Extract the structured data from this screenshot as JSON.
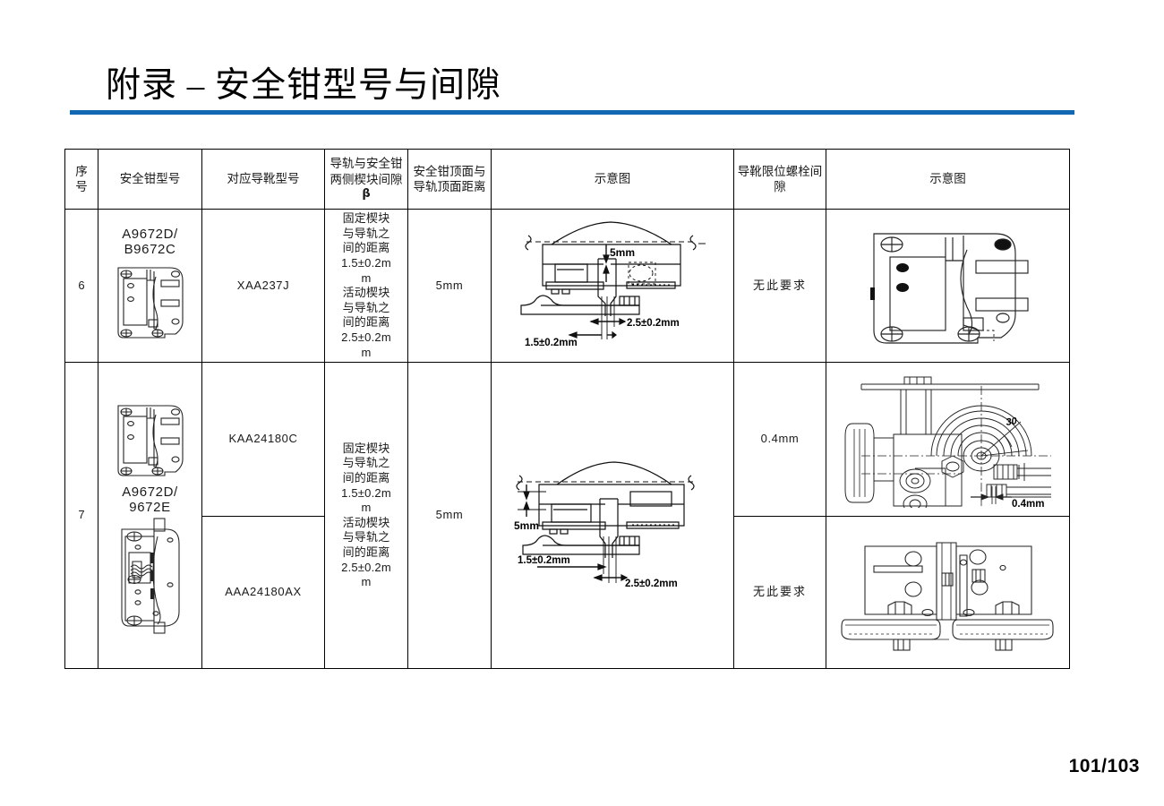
{
  "slide": {
    "title": "附录 – 安全钳型号与间隙",
    "page_number": "101/103",
    "accent_color": "#1268b3"
  },
  "table": {
    "headers": [
      "序号",
      "安全钳型号",
      "对应导靴型号",
      "导轨与安全钳两侧楔块间隙",
      "β",
      "安全钳顶面与导轨顶面距离",
      "示意图",
      "导靴限位螺栓间隙",
      "示意图"
    ],
    "header_cells": {
      "seq": "序\n号",
      "gear_model": "安全钳型号",
      "shoe_model": "对应导靴型号",
      "wedge_gap": "导轨与安全钳两侧楔块间隙",
      "wedge_gap_symbol": "β",
      "top_distance": "安全钳顶面与导轨顶面距离",
      "diagram_1": "示意图",
      "bolt_gap": "导靴限位螺栓间隙",
      "diagram_2": "示意图"
    },
    "rows": [
      {
        "seq": "6",
        "gear_model": "A9672D/\nB9672C",
        "gear_model_position": "above",
        "shoe_models": [
          "XAA237J"
        ],
        "wedge_gap": "固定楔块与导轨之间的距离1.5±0.2mm\n活动楔块与导轨之间的距离2.5±0.2mm",
        "top_distance": "5mm",
        "diagram_1_labels": {
          "vertical": "5mm",
          "left": "1.5±0.2mm",
          "right": "2.5±0.2mm"
        },
        "bolt_gap": [
          "无此要求"
        ],
        "diagram_2_labels": []
      },
      {
        "seq": "7",
        "gear_model": "A9672D/\n9672E",
        "gear_model_position": "between",
        "shoe_models": [
          "KAA24180C",
          "AAA24180AX"
        ],
        "wedge_gap": "固定楔块与导轨之间的距离1.5±0.2mm\n活动楔块与导轨之间的距离2.5±0.2mm",
        "top_distance": "5mm",
        "diagram_1_labels": {
          "vertical": "5mm",
          "left": "1.5±0.2mm",
          "right": "2.5±0.2mm"
        },
        "bolt_gap": [
          "0.4mm",
          "无此要求"
        ],
        "diagram_2_labels": {
          "dimension": "0.4mm",
          "angle": "30"
        }
      }
    ],
    "wedge_gap_lines": [
      "固定楔块",
      "与导轨之",
      "间的距离",
      "1.5±0.2m",
      "m",
      "活动楔块",
      "与导轨之",
      "间的距离",
      "2.5±0.2m",
      "m"
    ]
  }
}
